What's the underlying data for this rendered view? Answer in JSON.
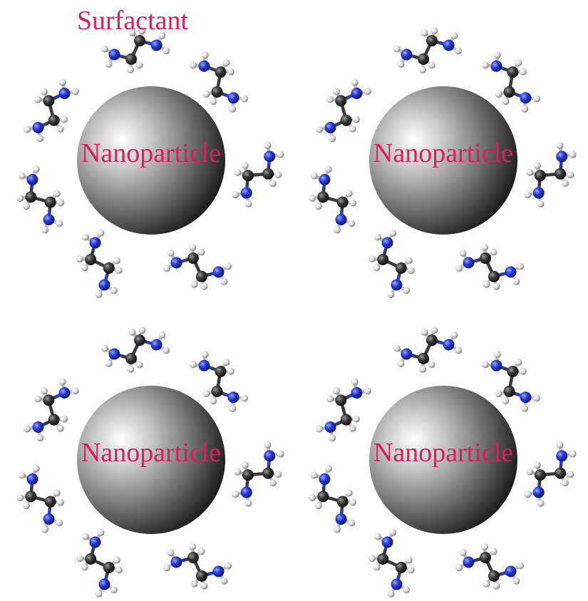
{
  "diagram": {
    "surfactant_label": "Surfactant",
    "particles": [
      {
        "label": "Nanoparticle"
      },
      {
        "label": "Nanoparticle"
      },
      {
        "label": "Nanoparticle"
      },
      {
        "label": "Nanoparticle"
      }
    ]
  },
  "colors": {
    "label_text": "#dc1e5a",
    "nitrogen": "#2a3ccf",
    "carbon": "#3a3a3a",
    "hydrogen": "#e6e6e6",
    "sphere_light": "#ffffff",
    "sphere_dark": "#000000"
  },
  "icons": {
    "nanoparticle": "grey-sphere",
    "surfactant_molecule": "ball-and-stick-ethylenediamine"
  }
}
